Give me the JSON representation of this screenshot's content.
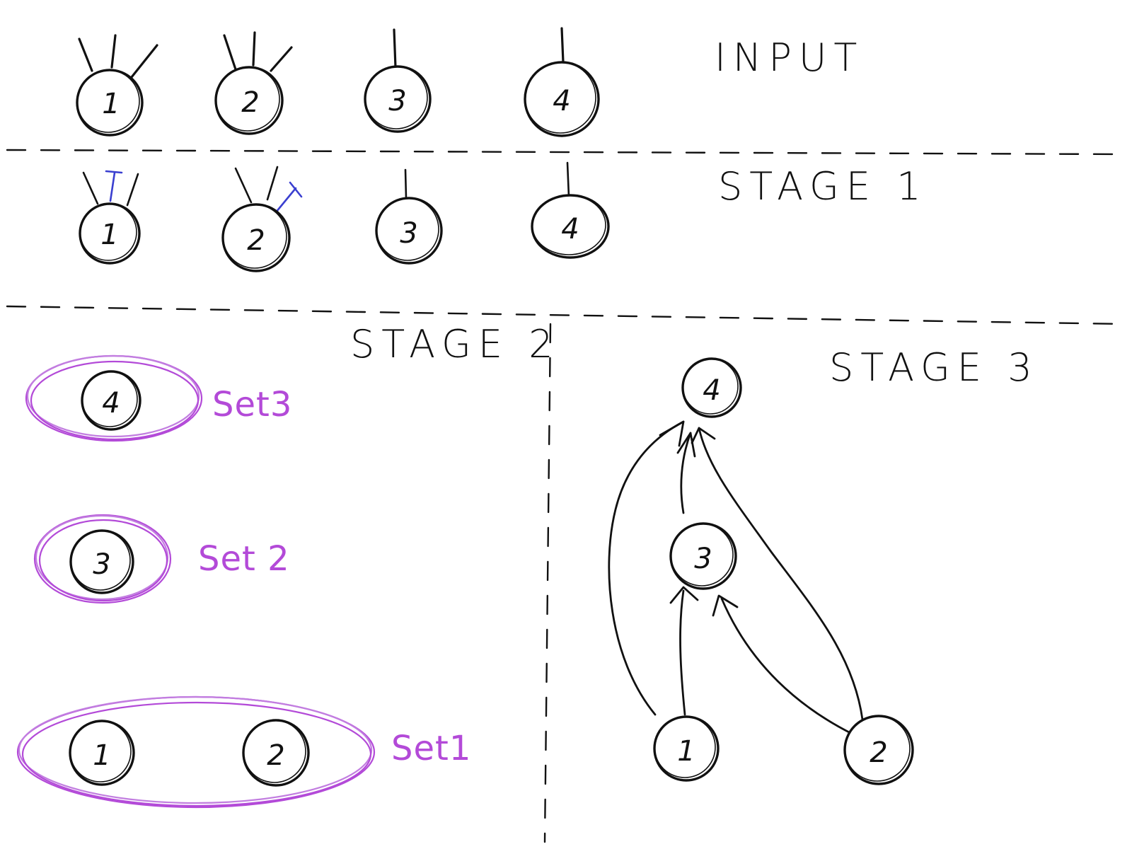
{
  "colors": {
    "ink": "#111111",
    "set_purple": "#b34ad8",
    "stage1_marks": "#3a3fd0",
    "background": "#ffffff"
  },
  "sections": {
    "input": "INPUT",
    "stage1": "STAGE 1",
    "stage2": "STAGE 2",
    "stage3": "STAGE 3"
  },
  "input_nodes": [
    {
      "label": "1",
      "edge_stubs": 3
    },
    {
      "label": "2",
      "edge_stubs": 3
    },
    {
      "label": "3",
      "edge_stubs": 1
    },
    {
      "label": "4",
      "edge_stubs": 1
    }
  ],
  "stage1_nodes": [
    {
      "label": "1"
    },
    {
      "label": "2"
    },
    {
      "label": "3"
    },
    {
      "label": "4"
    }
  ],
  "stage2_sets": [
    {
      "name": "Set3",
      "nodes": [
        "4"
      ]
    },
    {
      "name": "Set 2",
      "nodes": [
        "3"
      ]
    },
    {
      "name": "Set1",
      "nodes": [
        "1",
        "2"
      ]
    }
  ],
  "stage3_graph": {
    "nodes": [
      "4",
      "3",
      "1",
      "2"
    ],
    "edges": [
      {
        "from": "1",
        "to": "4"
      },
      {
        "from": "1",
        "to": "3"
      },
      {
        "from": "3",
        "to": "4"
      },
      {
        "from": "2",
        "to": "3"
      },
      {
        "from": "2",
        "to": "4"
      }
    ]
  }
}
